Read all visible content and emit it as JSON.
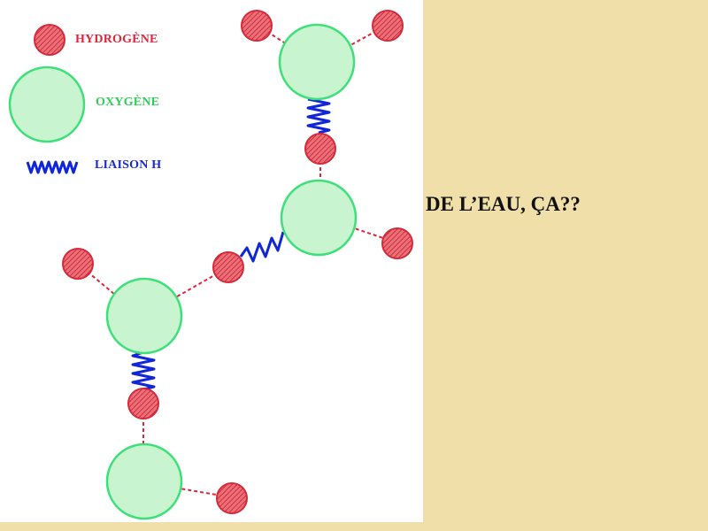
{
  "legend": {
    "hydrogen_label": "HYDROGÈNE",
    "oxygen_label": "OXYGÈNE",
    "hbond_label": "LIAISON H"
  },
  "title": "DE L’EAU, ÇA??",
  "colors": {
    "background": "#f0dfa9",
    "panel": "#ffffff",
    "hydrogen": "#e0243c",
    "oxygen_fill": "#c8f4cf",
    "oxygen_stroke": "#3ee07a",
    "hydrogen_bond": "#1126d6",
    "title": "#111111"
  }
}
